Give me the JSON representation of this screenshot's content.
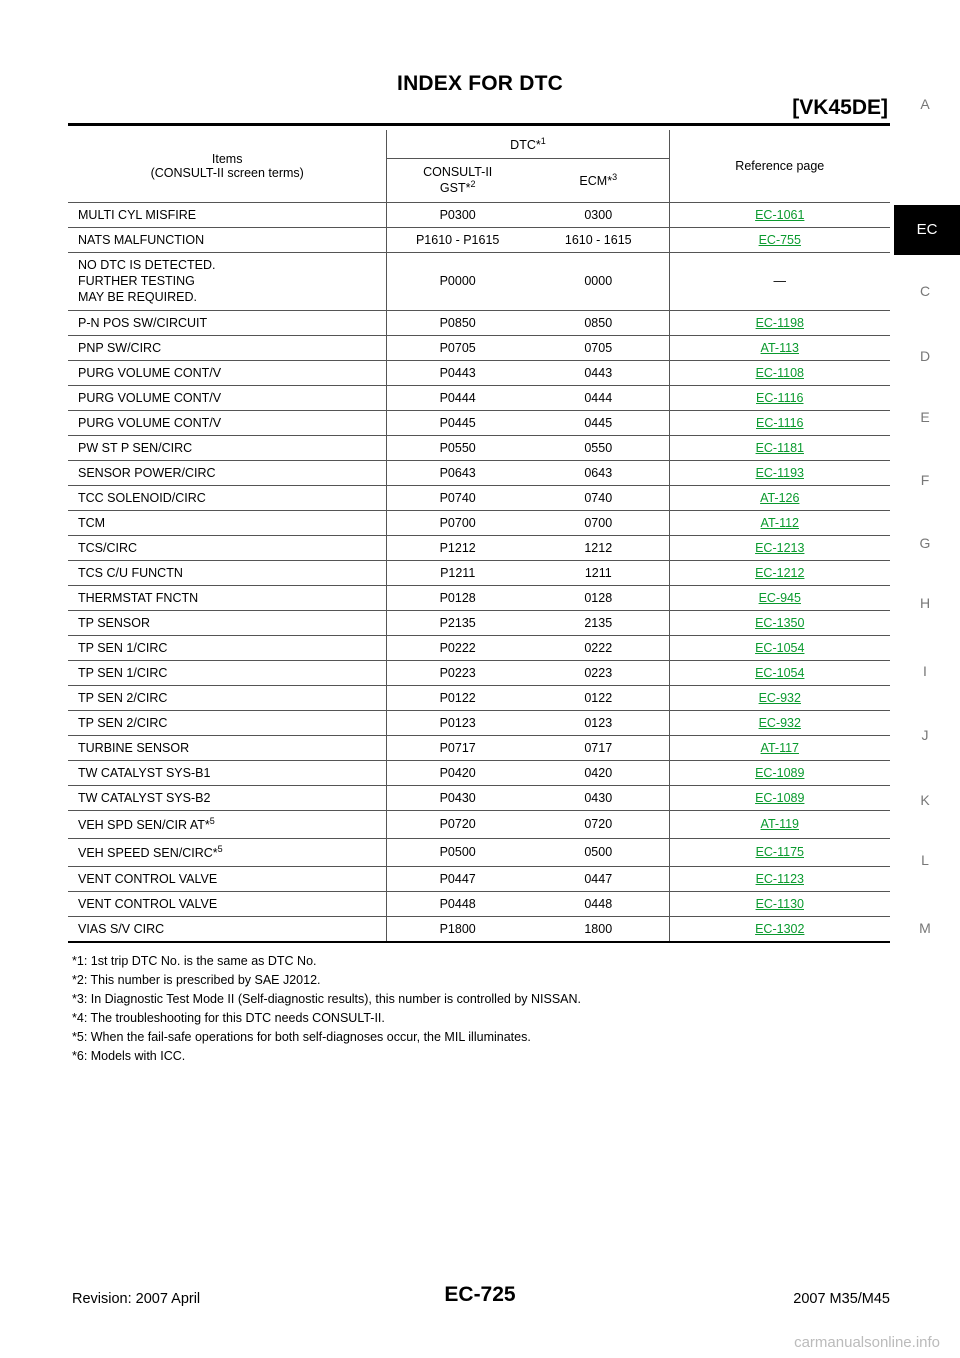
{
  "header": {
    "title": "INDEX FOR DTC",
    "subtitle": "[VK45DE]"
  },
  "side_nav": {
    "items": [
      "A",
      "EC",
      "C",
      "D",
      "E",
      "F",
      "G",
      "H",
      "I",
      "J",
      "K",
      "L",
      "M"
    ],
    "active": "EC"
  },
  "table": {
    "header": {
      "items_line1": "Items",
      "items_line2": "(CONSULT-II screen terms)",
      "dtc": "DTC*",
      "dtc_sup": "1",
      "consult_line1": "CONSULT-II",
      "consult_line2": "GST*",
      "consult_sup": "2",
      "ecm": "ECM*",
      "ecm_sup": "3",
      "reference": "Reference page"
    },
    "rows": [
      {
        "item": "MULTI CYL MISFIRE",
        "consult": "P0300",
        "ecm": "0300",
        "ref": "EC-1061"
      },
      {
        "item": "NATS MALFUNCTION",
        "consult": "P1610 - P1615",
        "ecm": "1610 - 1615",
        "ref": "EC-755"
      },
      {
        "item": "NO DTC IS DETECTED.\nFURTHER TESTING\nMAY BE REQUIRED.",
        "consult": "P0000",
        "ecm": "0000",
        "ref": "—"
      },
      {
        "item": "P-N POS SW/CIRCUIT",
        "consult": "P0850",
        "ecm": "0850",
        "ref": "EC-1198"
      },
      {
        "item": "PNP SW/CIRC",
        "consult": "P0705",
        "ecm": "0705",
        "ref": "AT-113"
      },
      {
        "item": "PURG VOLUME CONT/V",
        "consult": "P0443",
        "ecm": "0443",
        "ref": "EC-1108"
      },
      {
        "item": "PURG VOLUME CONT/V",
        "consult": "P0444",
        "ecm": "0444",
        "ref": "EC-1116"
      },
      {
        "item": "PURG VOLUME CONT/V",
        "consult": "P0445",
        "ecm": "0445",
        "ref": "EC-1116"
      },
      {
        "item": "PW ST P SEN/CIRC",
        "consult": "P0550",
        "ecm": "0550",
        "ref": "EC-1181"
      },
      {
        "item": "SENSOR POWER/CIRC",
        "consult": "P0643",
        "ecm": "0643",
        "ref": "EC-1193"
      },
      {
        "item": "TCC SOLENOID/CIRC",
        "consult": "P0740",
        "ecm": "0740",
        "ref": "AT-126"
      },
      {
        "item": "TCM",
        "consult": "P0700",
        "ecm": "0700",
        "ref": "AT-112"
      },
      {
        "item": "TCS/CIRC",
        "consult": "P1212",
        "ecm": "1212",
        "ref": "EC-1213"
      },
      {
        "item": "TCS C/U FUNCTN",
        "consult": "P1211",
        "ecm": "1211",
        "ref": "EC-1212"
      },
      {
        "item": "THERMSTAT FNCTN",
        "consult": "P0128",
        "ecm": "0128",
        "ref": "EC-945"
      },
      {
        "item": "TP SENSOR",
        "consult": "P2135",
        "ecm": "2135",
        "ref": "EC-1350"
      },
      {
        "item": "TP SEN 1/CIRC",
        "consult": "P0222",
        "ecm": "0222",
        "ref": "EC-1054"
      },
      {
        "item": "TP SEN 1/CIRC",
        "consult": "P0223",
        "ecm": "0223",
        "ref": "EC-1054"
      },
      {
        "item": "TP SEN 2/CIRC",
        "consult": "P0122",
        "ecm": "0122",
        "ref": "EC-932"
      },
      {
        "item": "TP SEN 2/CIRC",
        "consult": "P0123",
        "ecm": "0123",
        "ref": "EC-932"
      },
      {
        "item": "TURBINE SENSOR",
        "consult": "P0717",
        "ecm": "0717",
        "ref": "AT-117"
      },
      {
        "item": "TW CATALYST SYS-B1",
        "consult": "P0420",
        "ecm": "0420",
        "ref": "EC-1089"
      },
      {
        "item": "TW CATALYST SYS-B2",
        "consult": "P0430",
        "ecm": "0430",
        "ref": "EC-1089"
      },
      {
        "item": "VEH SPD SEN/CIR AT*",
        "sup": "5",
        "consult": "P0720",
        "ecm": "0720",
        "ref": "AT-119"
      },
      {
        "item": "VEH SPEED SEN/CIRC*",
        "sup": "5",
        "consult": "P0500",
        "ecm": "0500",
        "ref": "EC-1175"
      },
      {
        "item": "VENT CONTROL VALVE",
        "consult": "P0447",
        "ecm": "0447",
        "ref": "EC-1123"
      },
      {
        "item": "VENT CONTROL VALVE",
        "consult": "P0448",
        "ecm": "0448",
        "ref": "EC-1130"
      },
      {
        "item": "VIAS S/V CIRC",
        "consult": "P1800",
        "ecm": "1800",
        "ref": "EC-1302"
      }
    ]
  },
  "notes": [
    "*1: 1st trip DTC No. is the same as DTC No.",
    "*2: This number is prescribed by SAE J2012.",
    "*3: In Diagnostic Test Mode II (Self-diagnostic results), this number is controlled by NISSAN.",
    "*4: The troubleshooting for this DTC needs CONSULT-II.",
    "*5: When the fail-safe operations for both self-diagnoses occur, the MIL illuminates.",
    "*6: Models with ICC."
  ],
  "footer": {
    "revision": "Revision: 2007 April",
    "page": "EC-725",
    "model": "2007 M35/M45"
  },
  "watermark": "carmanualsonline.info",
  "colors": {
    "link": "#0a9a2e",
    "active_tab_bg": "#000000"
  }
}
